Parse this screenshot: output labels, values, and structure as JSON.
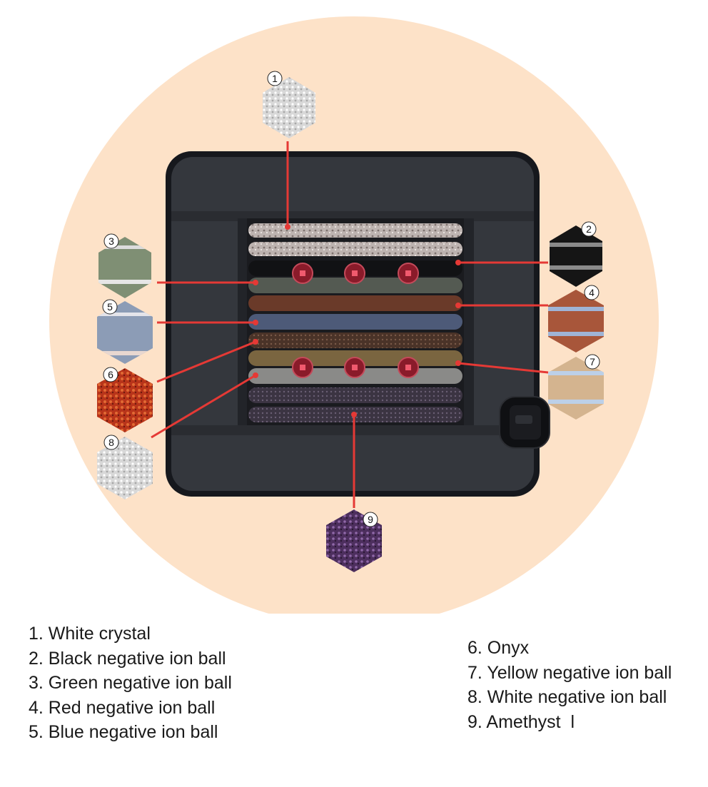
{
  "legend": {
    "left": [
      "1. White crystal",
      "2. Black negative ion ball",
      "3. Green negative ion ball",
      "4. Red negative ion ball",
      "5. Blue negative ion ball"
    ],
    "right": [
      "6. Onyx",
      "7. Yellow negative ion ball",
      "8. White negative ion ball",
      "9. Amethyst  l"
    ]
  },
  "callouts": [
    {
      "number": "1",
      "material": "white-crystal",
      "color": "#dcdcdc"
    },
    {
      "number": "2",
      "material": "black-negative-ion-ball",
      "color": "#151515"
    },
    {
      "number": "3",
      "material": "green-negative-ion-ball",
      "color": "#7f8f74"
    },
    {
      "number": "4",
      "material": "red-negative-ion-ball",
      "color": "#a8563a"
    },
    {
      "number": "5",
      "material": "blue-negative-ion-ball",
      "color": "#8c9cb6"
    },
    {
      "number": "6",
      "material": "onyx",
      "color": "#b8341a"
    },
    {
      "number": "7",
      "material": "yellow-negative-ion-ball",
      "color": "#d4b48f"
    },
    {
      "number": "8",
      "material": "white-negative-ion-ball",
      "color": "#d0d0d0"
    },
    {
      "number": "9",
      "material": "amethyst",
      "color": "#5c3a6e"
    }
  ],
  "colors": {
    "backdrop_circle": "#fde2c8",
    "mat_border": "#1a1c22",
    "mat_body": "#34373d",
    "leader_line": "#e53935"
  }
}
